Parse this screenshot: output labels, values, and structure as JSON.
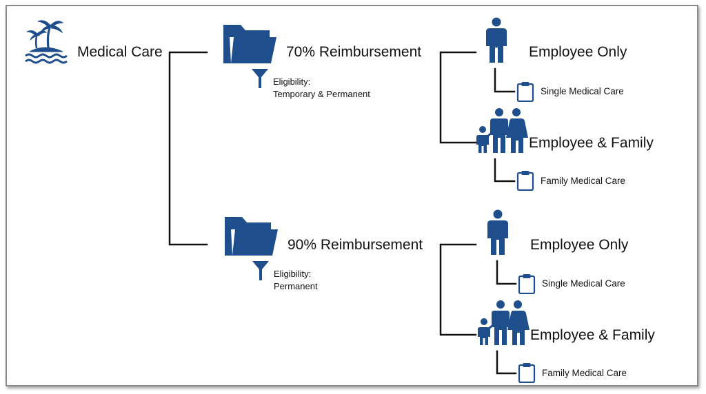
{
  "colors": {
    "icon": "#1f4e8c",
    "line": "#111111",
    "frame": "#8a8a8a"
  },
  "icons": {
    "root": "island-palm-icon",
    "folder": "folder-icon",
    "filter": "funnel-icon",
    "single": "person-icon",
    "family": "family-icon",
    "plan": "clipboard-icon"
  },
  "root": {
    "label": "Medical Care"
  },
  "branches": [
    {
      "label": "70% Reimbursement",
      "eligibility_title": "Eligibility:",
      "eligibility_value": "Temporary & Permanent",
      "options": [
        {
          "label": "Employee Only",
          "plan": "Single Medical Care"
        },
        {
          "label": "Employee & Family",
          "plan": "Family Medical Care"
        }
      ]
    },
    {
      "label": "90% Reimbursement",
      "eligibility_title": "Eligibility:",
      "eligibility_value": "Permanent",
      "options": [
        {
          "label": "Employee Only",
          "plan": "Single Medical Care"
        },
        {
          "label": "Employee & Family",
          "plan": "Family Medical Care"
        }
      ]
    }
  ]
}
